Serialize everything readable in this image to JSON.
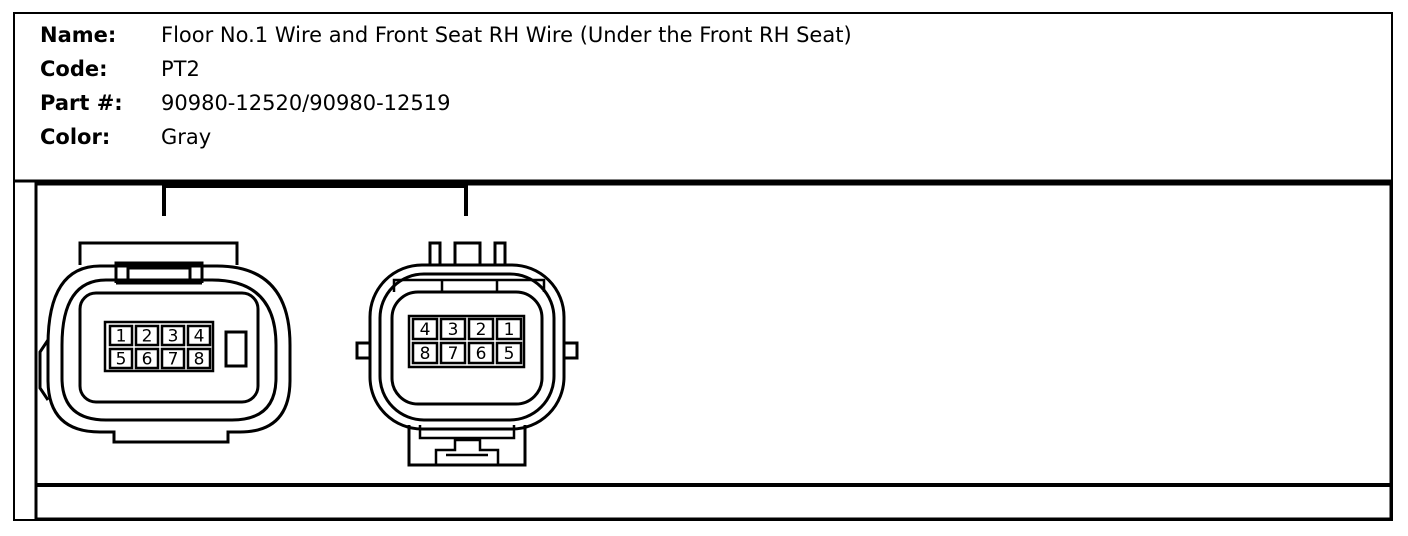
{
  "info": {
    "name_label": "Name:",
    "name_value": "Floor No.1 Wire and Front Seat RH Wire (Under the Front RH Seat)",
    "code_label": "Code:",
    "code_value": "PT2",
    "part_label": "Part #:",
    "part_value": "90980-12520/90980-12519",
    "color_label": "Color:",
    "color_value": "Gray"
  },
  "connectors": {
    "left_pins_top": [
      "1",
      "2",
      "3",
      "4"
    ],
    "left_pins_bottom": [
      "5",
      "6",
      "7",
      "8"
    ],
    "right_pins_top": [
      "4",
      "3",
      "2",
      "1"
    ],
    "right_pins_bottom": [
      "8",
      "7",
      "6",
      "5"
    ]
  },
  "colors": {
    "line": "#000000",
    "background": "#ffffff"
  }
}
